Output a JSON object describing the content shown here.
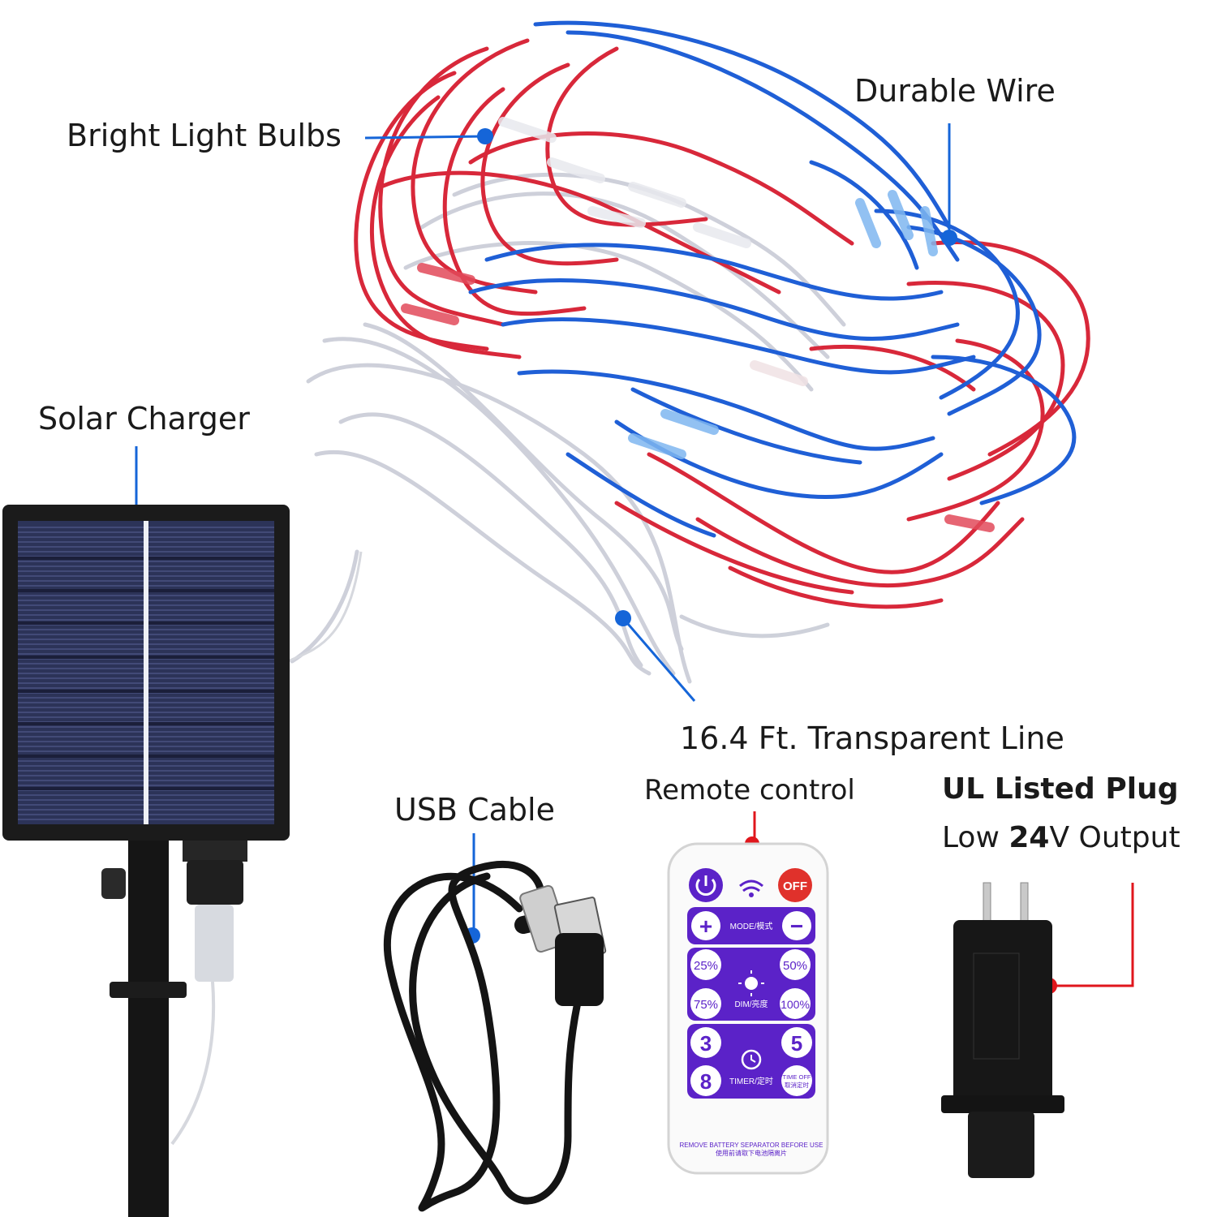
{
  "labels": {
    "bulbs": "Bright Light Bulbs",
    "wire": "Durable Wire",
    "solar": "Solar Charger",
    "line": "16.4 Ft. Transparent Line",
    "usb": "USB Cable",
    "remote": "Remote control",
    "plug_title": "UL Listed Plug",
    "plug_sub_pre": "Low ",
    "plug_sub_bold": "24",
    "plug_sub_post": "V Output"
  },
  "remote": {
    "off": "OFF",
    "mode": "MODE/模式",
    "plus": "+",
    "minus": "−",
    "p25": "25%",
    "p50": "50%",
    "p75": "75%",
    "p100": "100%",
    "dim": "DIM/亮度",
    "t3": "3",
    "t5": "5",
    "t8": "8",
    "timer": "TIMER/定时",
    "time_off": "TIME OFF",
    "time_off_cn": "取消定时",
    "footer1": "REMOVE BATTERY SEPARATOR BEFORE USE",
    "footer2": "使用前请取下电池隔离片"
  },
  "colors": {
    "pointer": "#1565d8",
    "plug_pointer": "#e0161c",
    "wire_red": "#d8283a",
    "wire_blue": "#1f5fd6",
    "remote_purple": "#5b22c8"
  }
}
